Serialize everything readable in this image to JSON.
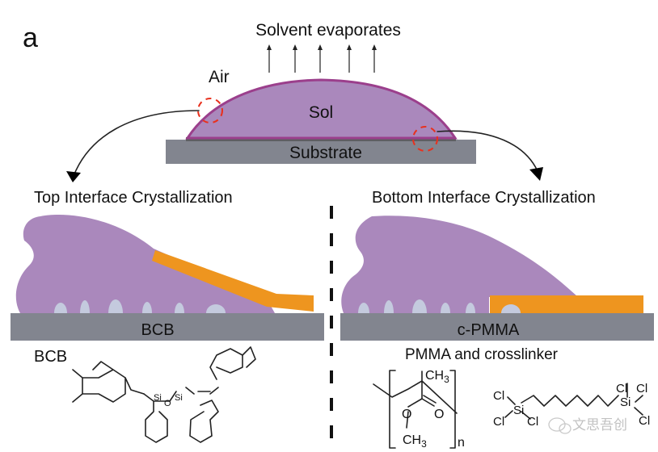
{
  "panel_label": "a",
  "top_scheme": {
    "evaporation_label": "Solvent evaporates",
    "air_label": "Air",
    "sol_label": "Sol",
    "substrate_label": "Substrate",
    "evaporation_arrow_count": 5
  },
  "left_panel": {
    "title": "Top Interface Crystallization",
    "substrate_label": "BCB",
    "molecule_label": "BCB",
    "molecule_atoms": {
      "si": "Si",
      "o": "O"
    }
  },
  "right_panel": {
    "title": "Bottom Interface Crystallization",
    "substrate_label": "c-PMMA",
    "molecule_label": "PMMA  and crosslinker",
    "pmma": {
      "ch3_top": "CH",
      "ch3_bottom": "CH",
      "sub3": "3",
      "o1": "O",
      "o2": "O",
      "n": "n"
    },
    "crosslinker": {
      "si": "Si",
      "cl": "Cl"
    }
  },
  "watermark": "文思吾创",
  "colors": {
    "sol": "#aa88bc",
    "sol_edge": "#9b3f8c",
    "substrate": "#82858f",
    "substrate_top": "#5e5e62",
    "crystal": "#ee951f",
    "bubble": "#c4cade",
    "highlight_circle": "#e8311e",
    "text": "#111111"
  }
}
